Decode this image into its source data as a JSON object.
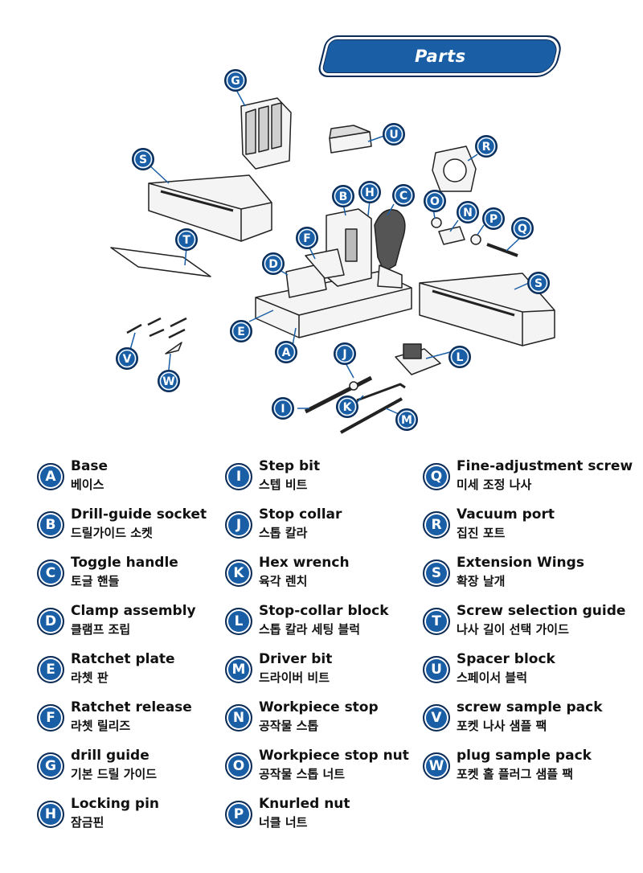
{
  "title": "Parts",
  "callouts": [
    "A",
    "B",
    "C",
    "D",
    "E",
    "F",
    "G",
    "H",
    "I",
    "J",
    "K",
    "L",
    "M",
    "N",
    "O",
    "P",
    "Q",
    "R",
    "S",
    "T",
    "U",
    "V",
    "W"
  ],
  "parts": {
    "col1": [
      {
        "letter": "A",
        "en": "Base",
        "ko": "베이스"
      },
      {
        "letter": "B",
        "en": "Drill-guide socket",
        "ko": "드릴가이드 소켓"
      },
      {
        "letter": "C",
        "en": "Toggle handle",
        "ko": "토글 핸들"
      },
      {
        "letter": "D",
        "en": "Clamp assembly",
        "ko": "클램프 조립"
      },
      {
        "letter": "E",
        "en": "Ratchet plate",
        "ko": "라쳇 판"
      },
      {
        "letter": "F",
        "en": "Ratchet release",
        "ko": "라쳇 릴리즈"
      },
      {
        "letter": "G",
        "en": "drill guide",
        "ko": "기본 드릴 가이드"
      },
      {
        "letter": "H",
        "en": "Locking pin",
        "ko": "잠금핀"
      }
    ],
    "col2": [
      {
        "letter": "I",
        "en": "Step bit",
        "ko": "스텝 비트"
      },
      {
        "letter": "J",
        "en": "Stop collar",
        "ko": "스톱 칼라"
      },
      {
        "letter": "K",
        "en": "Hex wrench",
        "ko": "육각 렌치"
      },
      {
        "letter": "L",
        "en": "Stop-collar block",
        "ko": "스톱 칼라 세팅 블럭"
      },
      {
        "letter": "M",
        "en": "Driver bit",
        "ko": "드라이버 비트"
      },
      {
        "letter": "N",
        "en": "Workpiece stop",
        "ko": "공작물 스톱"
      },
      {
        "letter": "O",
        "en": "Workpiece stop nut",
        "ko": "공작물 스톱 너트"
      },
      {
        "letter": "P",
        "en": "Knurled nut",
        "ko": "너클 너트"
      }
    ],
    "col3": [
      {
        "letter": "Q",
        "en": "Fine-adjustment screw",
        "ko": "미세 조정 나사"
      },
      {
        "letter": "R",
        "en": "Vacuum port",
        "ko": "집진 포트"
      },
      {
        "letter": "S",
        "en": "Extension Wings",
        "ko": "확장 날개"
      },
      {
        "letter": "T",
        "en": "Screw selection guide",
        "ko": "나사 길이 선택 가이드"
      },
      {
        "letter": "U",
        "en": "Spacer block",
        "ko": "스페이서 블럭"
      },
      {
        "letter": "V",
        "en": "screw sample pack",
        "ko": "포켓 나사 샘플 팩"
      },
      {
        "letter": "W",
        "en": "plug sample pack",
        "ko": "포켓 홀 플러그 샘플 팩"
      }
    ]
  },
  "colors": {
    "badge": "#1a5fa6",
    "outline": "#0d2c55"
  }
}
